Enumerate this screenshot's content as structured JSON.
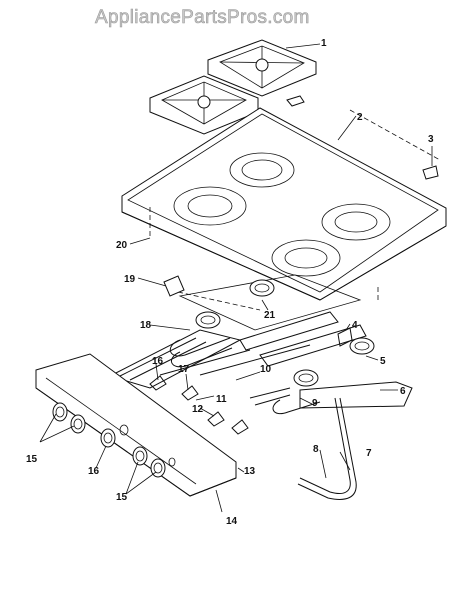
{
  "watermark": "AppliancePartsPros.com",
  "callouts": [
    "1",
    "2",
    "3",
    "20",
    "19",
    "21",
    "4",
    "18",
    "5",
    "16",
    "17",
    "10",
    "6",
    "11",
    "9",
    "12",
    "8",
    "7",
    "15",
    "16",
    "13",
    "15",
    "14"
  ]
}
